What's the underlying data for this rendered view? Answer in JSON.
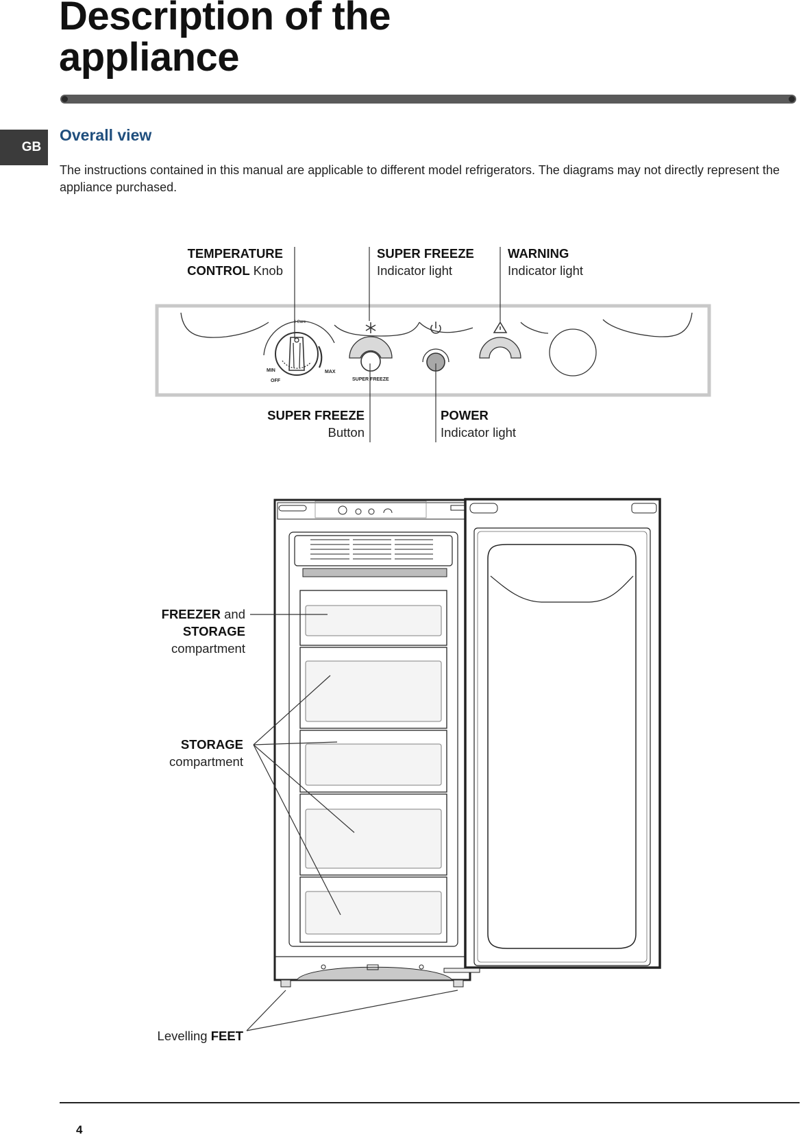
{
  "page": {
    "title_line1": "Description of the",
    "title_line2": "appliance",
    "language_tab": "GB",
    "section_heading": "Overall view",
    "intro": "The instructions contained in this manual are applicable to different model refrigerators. The diagrams may not directly represent the appliance purchased.",
    "page_number": "4"
  },
  "control_panel": {
    "temperature_control": {
      "bold1": "TEMPERATURE",
      "bold2": "CONTROL",
      "rest": "Knob"
    },
    "super_freeze_light": {
      "bold": "SUPER FREEZE",
      "rest": "Indicator light"
    },
    "warning_light": {
      "bold": "WARNING",
      "rest": "Indicator light"
    },
    "super_freeze_button": {
      "bold": "SUPER FREEZE",
      "rest": "Button"
    },
    "power_light": {
      "bold": "POWER",
      "rest": "Indicator light"
    },
    "knob_marks": {
      "min": "MIN",
      "max": "MAX",
      "off": "OFF",
      "top": "I Care"
    },
    "button_caption": "SUPER FREEZE"
  },
  "appliance": {
    "freezer_storage": {
      "bold1": "FREEZER",
      "and": "and",
      "bold2": "STORAGE",
      "rest": "compartment"
    },
    "storage": {
      "bold": "STORAGE",
      "rest": "compartment"
    },
    "feet": {
      "lead": "Levelling",
      "bold": "FEET"
    }
  },
  "colors": {
    "title_bar": "#5a5a5a",
    "language_tab": "#3b3b3b",
    "heading": "#1f4e7d"
  }
}
